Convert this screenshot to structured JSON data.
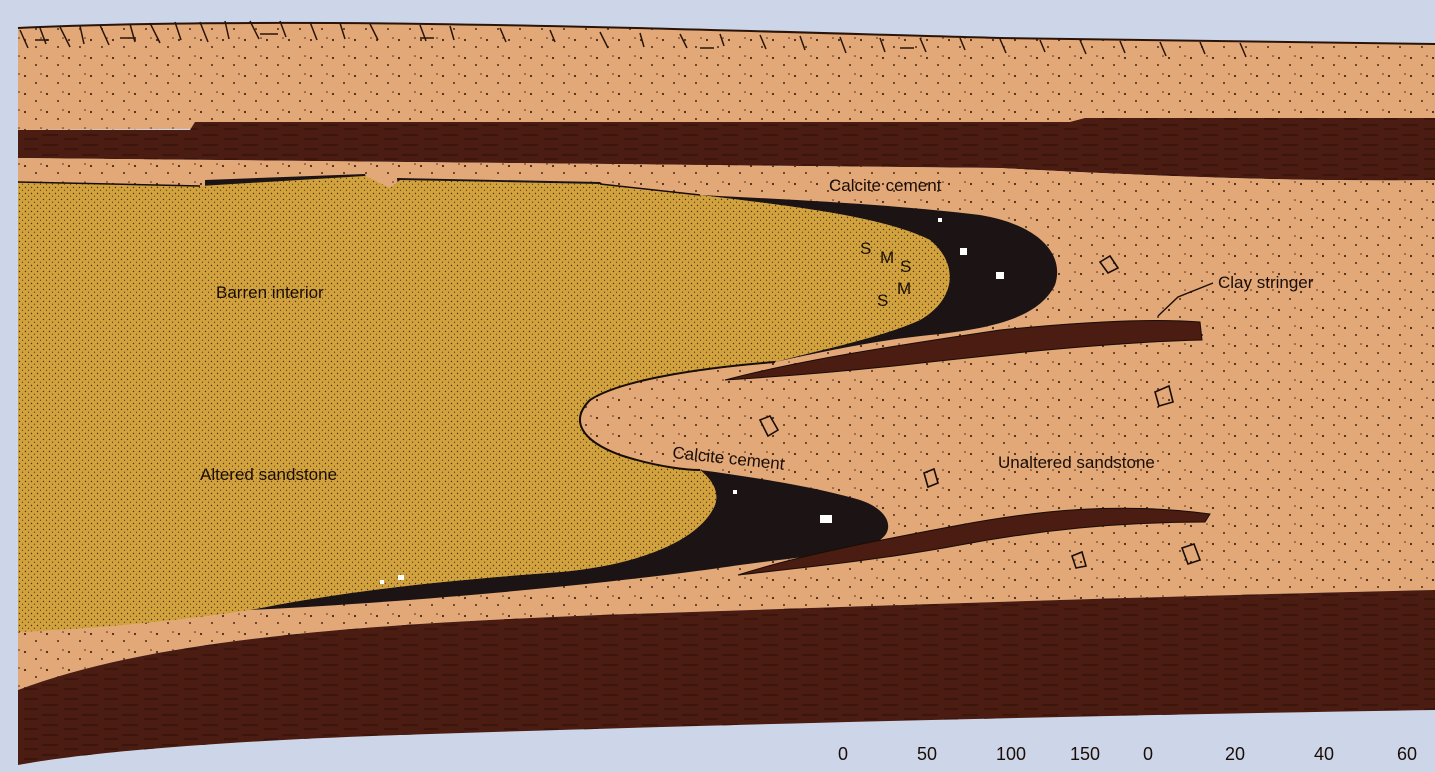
{
  "labels": {
    "calcite_cement_top": "Calcite cement",
    "clay_stringer": "Clay stringer",
    "barren_interior": "Barren interior",
    "altered_sandstone": "Altered sandstone",
    "calcite_cement_bottom": "Calcite cement",
    "unaltered_sandstone": "Unaltered sandstone"
  },
  "ore_letters": [
    "S",
    "M",
    "S",
    "S",
    "M"
  ],
  "scale_ticks": [
    "0",
    "50",
    "100",
    "150",
    "0",
    "20",
    "40",
    "60"
  ],
  "colors": {
    "background": "#cdd6e8",
    "unaltered_sandstone": "#e2a878",
    "altered_sandstone": "#d2a23e",
    "mudstone": "#4a1c12",
    "calcite_cement": "#1c1414",
    "clay_stringer": "#4a1c12"
  }
}
